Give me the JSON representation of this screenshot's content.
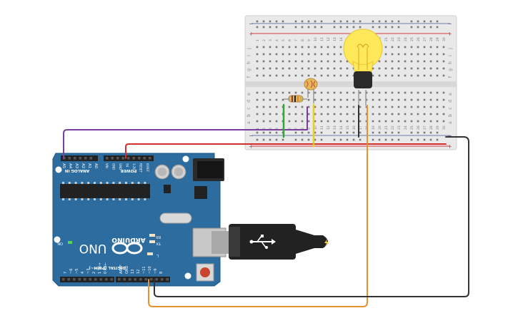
{
  "breadboard": {
    "column_numbers": [
      "1",
      "2",
      "3",
      "4",
      "5",
      "6",
      "7",
      "8",
      "9",
      "10",
      "11",
      "12",
      "13",
      "14",
      "15",
      "16",
      "17",
      "18",
      "19",
      "20",
      "21",
      "22",
      "23",
      "24",
      "25",
      "26",
      "27",
      "28",
      "29",
      "30"
    ],
    "rows_top": [
      "j",
      "i",
      "h",
      "g",
      "f"
    ],
    "rows_bottom": [
      "e",
      "d",
      "c",
      "b",
      "a"
    ],
    "rail_plus": "+",
    "rail_minus": "−"
  },
  "arduino": {
    "brand": "ARDUINO",
    "model": "UNO",
    "header_analog": "ANALOG IN",
    "header_power": "POWER",
    "header_digital": "DIGITAL (PWM~)",
    "analog_pins": [
      "A5",
      "A4",
      "A3",
      "A2",
      "A1",
      "A0"
    ],
    "power_pins": [
      "VIN",
      "GND",
      "GND",
      "5V",
      "3.3V",
      "RESET",
      "IOREF"
    ],
    "digital_pins_left": [
      "0 RX←",
      "1 TX→",
      "2",
      "~3",
      "4",
      "~5",
      "~6",
      "7"
    ],
    "digital_pins_right": [
      "8",
      "~9",
      "~10",
      "~11",
      "12",
      "13",
      "GND",
      "AREF"
    ],
    "led_on": "ON",
    "led_tx": "TX",
    "led_rx": "RX",
    "led_l": "L"
  },
  "colors": {
    "board_blue": "#2d6c9e",
    "wire_purple": "#7b3f9c",
    "wire_red": "#d62d2d",
    "wire_orange": "#e8922b",
    "wire_black": "#333333",
    "wire_green": "#34a835",
    "wire_yellow": "#e8cf20",
    "bulb_yellow": "#ffe95a"
  },
  "icons": {
    "usb": "usb-icon",
    "lightning": "lightning-icon",
    "infinity_logo": "infinity-logo-icon"
  }
}
